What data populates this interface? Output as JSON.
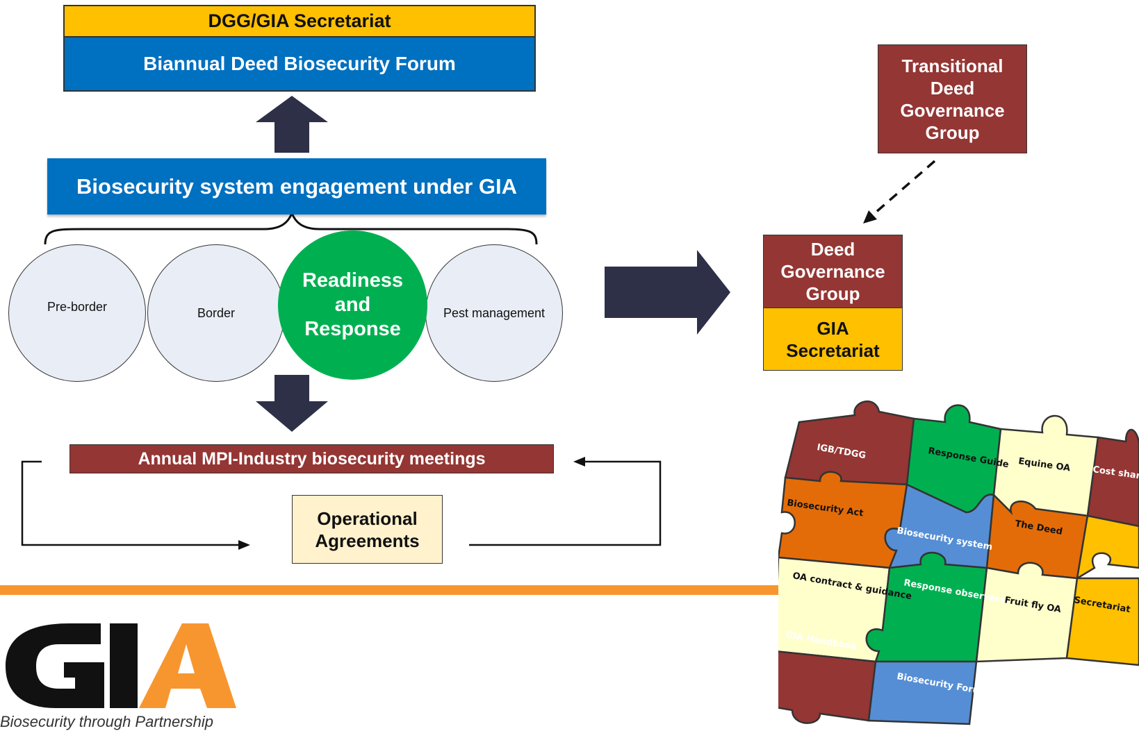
{
  "top": {
    "secretariat_label": "DGG/GIA Secretariat",
    "forum_label": "Biannual Deed Biosecurity Forum"
  },
  "engagement": {
    "label": "Biosecurity system engagement under GIA"
  },
  "circles": [
    {
      "label": "Pre-border"
    },
    {
      "label": "Border"
    },
    {
      "label": "Readiness and Response",
      "lines": [
        "Readiness",
        "and",
        "Response"
      ]
    },
    {
      "label": "Pest management"
    }
  ],
  "meetings": {
    "annual_label": "Annual MPI-Industry biosecurity meetings",
    "operational_lines": [
      "Operational",
      "Agreements"
    ]
  },
  "governance": {
    "transitional_lines": [
      "Transitional",
      "Deed",
      "Governance",
      "Group"
    ],
    "deed_group_lines": [
      "Deed",
      "Governance",
      "Group"
    ],
    "gia_secretariat_lines": [
      "GIA",
      "Secretariat"
    ]
  },
  "puzzle": {
    "pieces": [
      {
        "label": "IGB/TDGG",
        "color": "#943634"
      },
      {
        "label": "Response Guide",
        "color": "#00B050"
      },
      {
        "label": "Equine OA",
        "color": "#FFFFCC"
      },
      {
        "label": "Cost shares",
        "color": "#943634"
      },
      {
        "label": "Biosecurity Act",
        "color": "#E36C09"
      },
      {
        "label": "Biosecurity system",
        "color": "#558ED5"
      },
      {
        "label": "The Deed",
        "color": "#E36C09"
      },
      {
        "label": "OA contract & guidance",
        "color": "#FFFFCC"
      },
      {
        "label": "Response observers",
        "color": "#00B050"
      },
      {
        "label": "Fruit fly OA",
        "color": "#FFFFCC"
      },
      {
        "label": "Secretariat",
        "color": "#FFC000"
      },
      {
        "label": "GIA Handbook",
        "color": "#943634"
      },
      {
        "label": "Biosecurity Forums",
        "color": "#558ED5"
      }
    ]
  },
  "logo": {
    "letters": "GIA",
    "tagline": "Biosecurity through Partnership"
  },
  "colors": {
    "blue": "#0070C0",
    "gold": "#FFC000",
    "maroon": "#943634",
    "green": "#00B050",
    "navy_arrow": "#2E3048",
    "orange": "#F7962F"
  }
}
